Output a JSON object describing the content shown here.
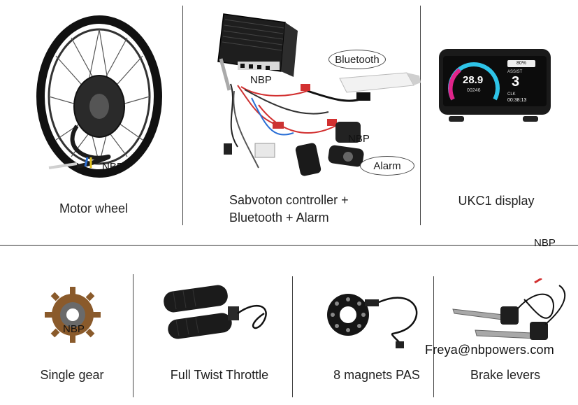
{
  "captions": {
    "motor_wheel": "Motor wheel",
    "controller_line1": "Sabvoton controller +",
    "controller_line2": "Bluetooth + Alarm",
    "display": "UKC1 display",
    "single_gear": "Single gear",
    "throttle": "Full Twist Throttle",
    "pas": "8 magnets PAS",
    "brake": "Brake levers"
  },
  "callouts": {
    "bluetooth": "Bluetooth",
    "alarm": "Alarm"
  },
  "watermark": "NBP",
  "email": "Freya@nbpowers.com",
  "display_screen": {
    "speed": "28.9",
    "battery": "80%",
    "assist_label": "ASSIST",
    "assist_level": "3",
    "odo": "00246",
    "time_label": "CLK",
    "time": "00:38:13"
  },
  "colors": {
    "display_bg": "#1a1a1a",
    "gauge_cyan": "#2ec4e8",
    "gauge_magenta": "#e0248a",
    "cable_red": "#d23030",
    "gear_bronze": "#8a5a2b"
  }
}
